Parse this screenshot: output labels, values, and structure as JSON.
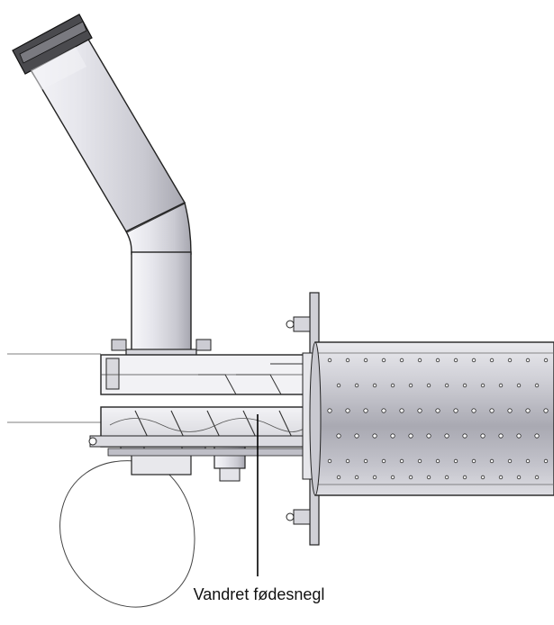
{
  "caption": {
    "text": "Vandret fødesnegl"
  },
  "colors": {
    "background": "#ffffff",
    "outline": "#222222",
    "metal_light": "#f1f1f4",
    "metal_mid": "#d6d6dc",
    "metal_dark": "#9a9aa2",
    "perforation": "#2a2a2a",
    "leader_line": "#000000"
  },
  "parts": [
    "inlet-pipe",
    "pipe-elbow",
    "horizontal-feed-auger",
    "burner-tube",
    "mounting-flange",
    "motor",
    "air-inlet"
  ]
}
